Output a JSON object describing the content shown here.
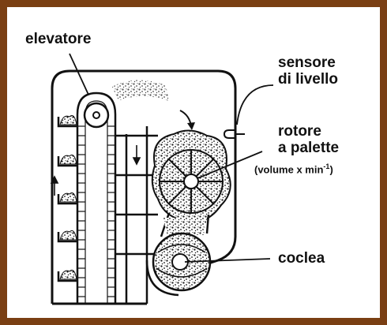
{
  "labels": {
    "elevatore": "elevatore",
    "sensore_line1": "sensore",
    "sensore_line2": "di livello",
    "rotore_line1": "rotore",
    "rotore_line2": "a palette",
    "rotore_sub_prefix": "(volume x min",
    "rotore_sub_exp": "-1",
    "rotore_sub_suffix": ")",
    "coclea": "coclea"
  },
  "colors": {
    "frame": "#7a3f13",
    "ink": "#111111",
    "background": "#ffffff"
  }
}
